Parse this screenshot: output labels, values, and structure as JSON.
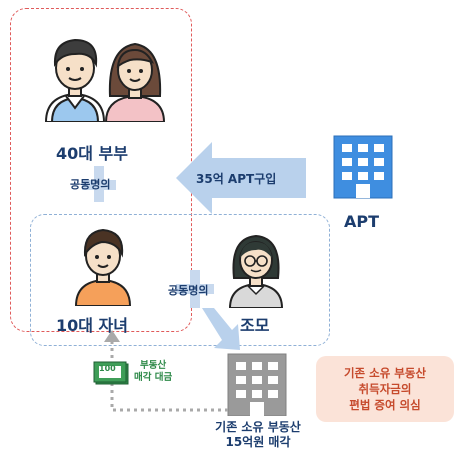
{
  "nodes": {
    "couple_label": "40대 부부",
    "joint_top": "공동명의",
    "purchase_label": "35억 APT구입",
    "apt_label": "APT",
    "child_label": "10대 자녀",
    "joint_mid": "공동명의",
    "grandmother_label": "조모",
    "sale_money_label": "부동산\n매각 대금",
    "existing_property_label": "기존 소유 부동산\n15억원 매각",
    "note_label": "기존 소유 부동산\n취득자금의\n편법 증여 의심",
    "money_bill_text": "100"
  },
  "colors": {
    "navy": "#1c3d6e",
    "arrow_blue": "#b9d1ec",
    "red_dash": "#e05a5a",
    "blue_dash": "#8fb0d6",
    "note_bg": "#fbe3d8",
    "note_text": "#c64a2c",
    "money_green": "#2f8a4a",
    "building_blue": "#3f8ee0",
    "building_gray": "#9a9a9a"
  }
}
